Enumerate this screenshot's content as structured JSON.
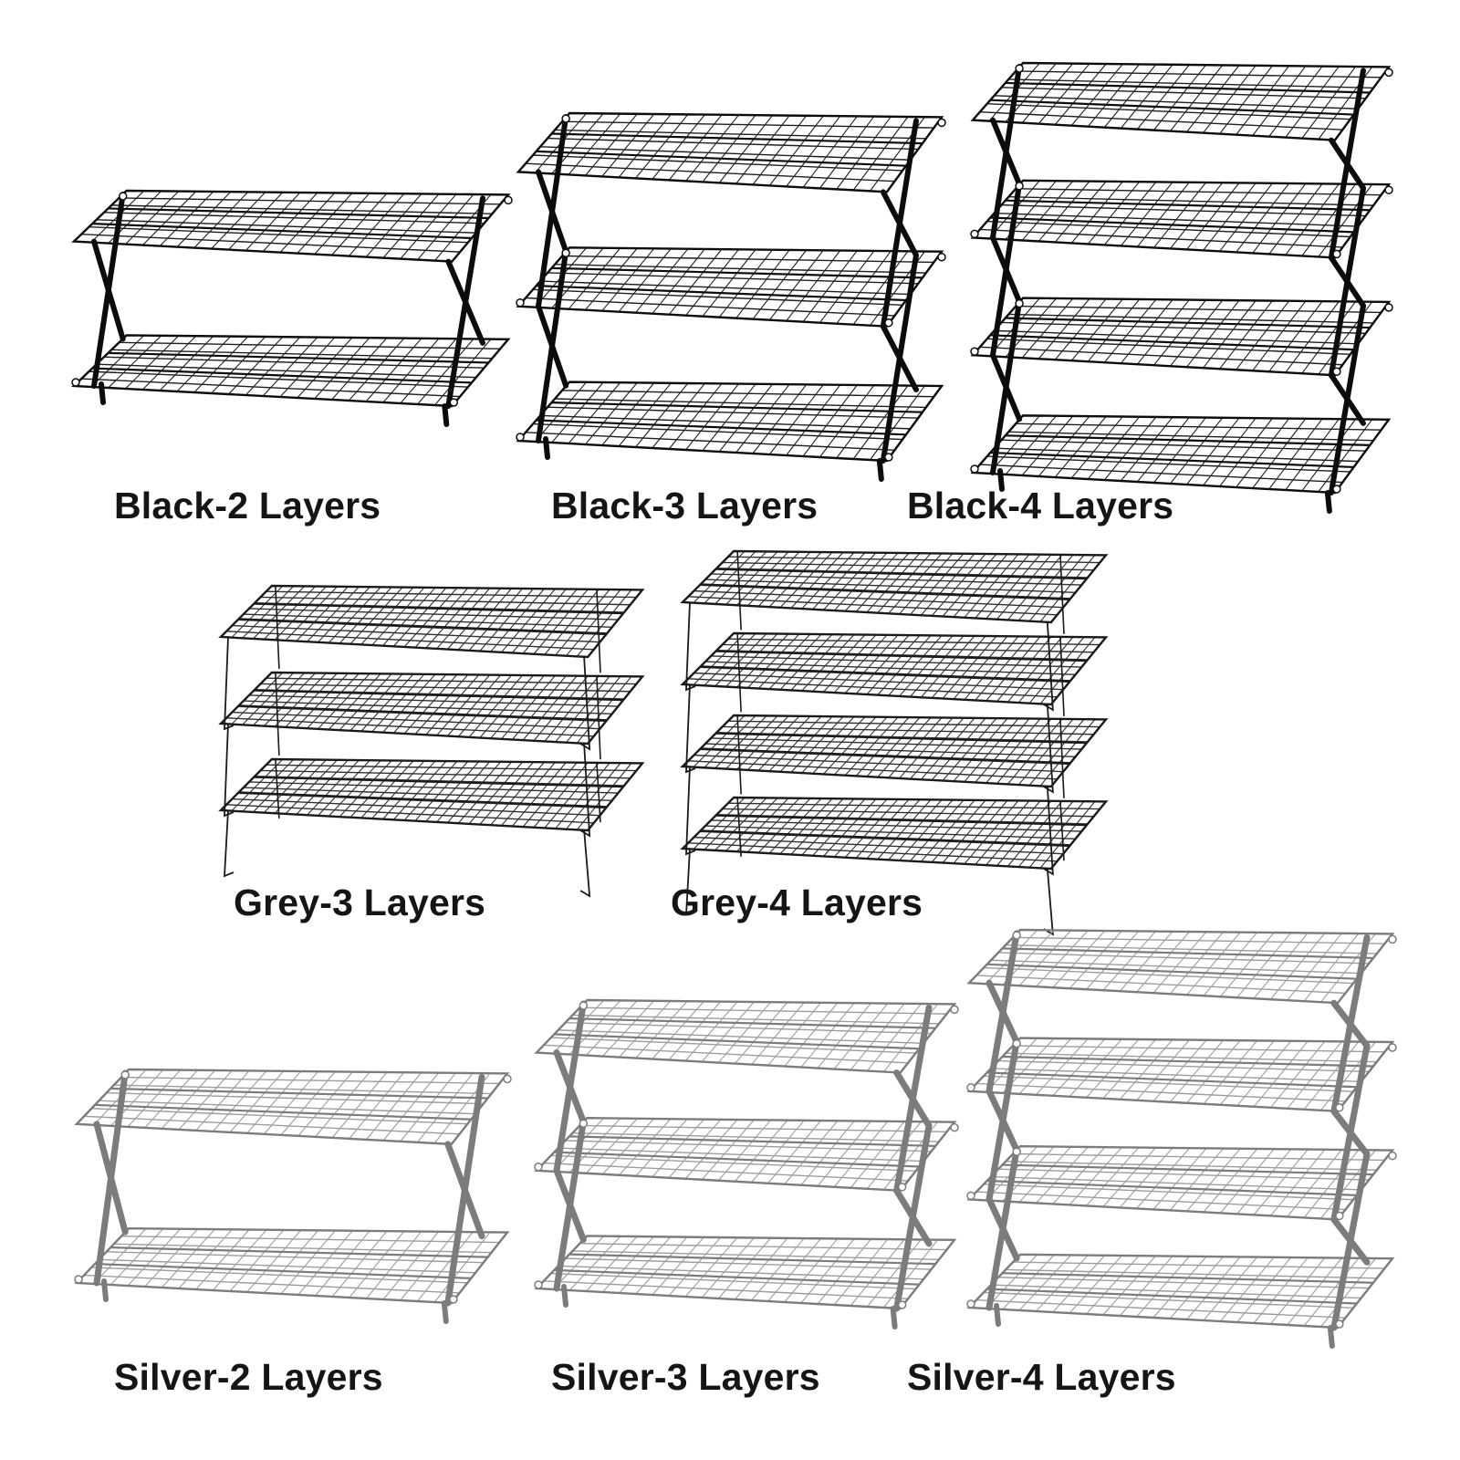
{
  "colors": {
    "background": "#ffffff",
    "label": "#151515",
    "black_wire": "#1e1e1e",
    "black_frame": "#0c0c0c",
    "grey_wire": "#303030",
    "grey_frame": "#1a1a1a",
    "silver_wire": "#9d9d9d",
    "silver_frame": "#7c7c7c"
  },
  "products": [
    {
      "id": "black-2",
      "label": "Black-2 Layers",
      "color": "black",
      "layers": 2,
      "style": "cross-folding",
      "icon": "black-2-layer-rack-icon"
    },
    {
      "id": "black-3",
      "label": "Black-3 Layers",
      "color": "black",
      "layers": 3,
      "style": "cross-folding",
      "icon": "black-3-layer-rack-icon"
    },
    {
      "id": "black-4",
      "label": "Black-4 Layers",
      "color": "black",
      "layers": 4,
      "style": "cross-folding",
      "icon": "black-4-layer-rack-icon"
    },
    {
      "id": "grey-3",
      "label": "Grey-3 Layers",
      "color": "grey",
      "layers": 3,
      "style": "stacking-legs",
      "icon": "grey-3-layer-rack-icon"
    },
    {
      "id": "grey-4",
      "label": "Grey-4 Layers",
      "color": "grey",
      "layers": 4,
      "style": "stacking-legs",
      "icon": "grey-4-layer-rack-icon"
    },
    {
      "id": "silver-2",
      "label": "Silver-2 Layers",
      "color": "silver",
      "layers": 2,
      "style": "cross-folding",
      "icon": "silver-2-layer-rack-icon"
    },
    {
      "id": "silver-3",
      "label": "Silver-3 Layers",
      "color": "silver",
      "layers": 3,
      "style": "cross-folding",
      "icon": "silver-3-layer-rack-icon"
    },
    {
      "id": "silver-4",
      "label": "Silver-4 Layers",
      "color": "silver",
      "layers": 4,
      "style": "cross-folding",
      "icon": "silver-4-layer-rack-icon"
    }
  ]
}
